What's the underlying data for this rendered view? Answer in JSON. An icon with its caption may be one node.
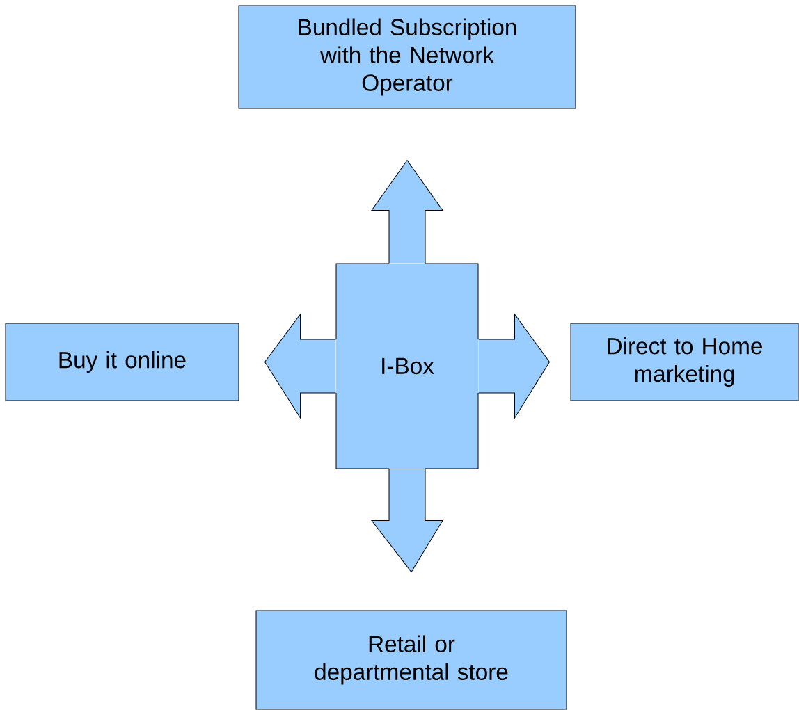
{
  "diagram": {
    "nodes": [
      {
        "text": [
          "Bundled Subscription with the Network Operator"
        ]
      },
      {
        "text": [
          "Buy it online"
        ]
      },
      {
        "text": [
          "I-Box"
        ]
      },
      {
        "text": [
          "Direct to Home marketing"
        ]
      },
      {
        "text": [
          "Retail or departmental store"
        ]
      }
    ],
    "edges": [
      {
        "from": 2,
        "to": 0,
        "arrow": "to"
      },
      {
        "from": 2,
        "to": 1,
        "arrow": "to"
      },
      {
        "from": 2,
        "to": 3,
        "arrow": "to"
      },
      {
        "from": 2,
        "to": 4,
        "arrow": "to"
      }
    ]
  }
}
